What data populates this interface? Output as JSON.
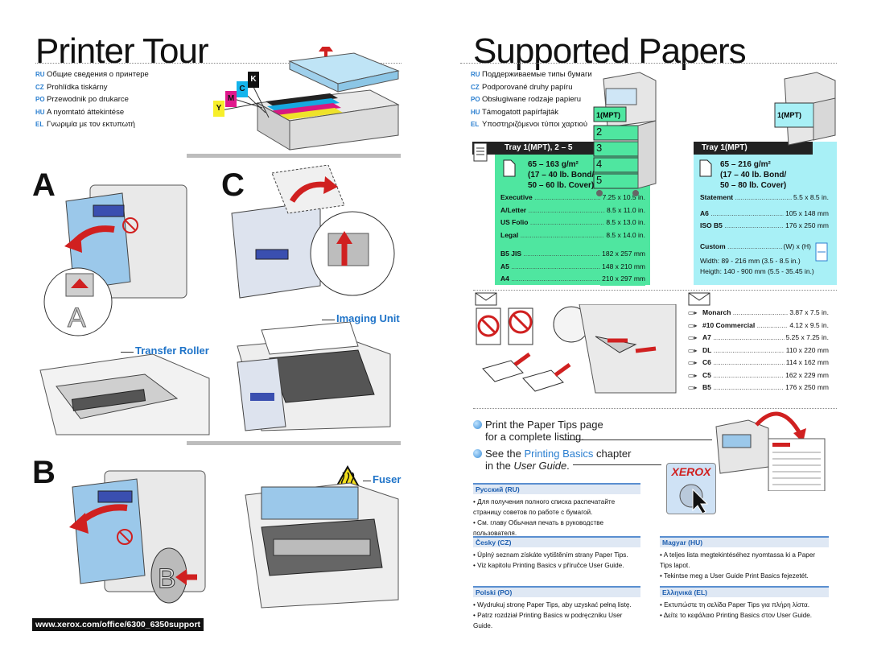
{
  "left": {
    "title": "Printer Tour",
    "languages": [
      {
        "code": "RU",
        "text": "Общие сведения о принтере"
      },
      {
        "code": "CZ",
        "text": "Prohlídka tiskárny"
      },
      {
        "code": "PO",
        "text": "Przewodnik po drukarce"
      },
      {
        "code": "HU",
        "text": "A nyomtató áttekintése"
      },
      {
        "code": "EL",
        "text": "Γνωριμία με τον εκτυπωτή"
      }
    ],
    "toner_labels": [
      "Y",
      "M",
      "C",
      "K"
    ],
    "toner_colors": {
      "Y": "#f7ef2a",
      "M": "#e0188c",
      "C": "#14b4ec",
      "K": "#111111"
    },
    "section_a": "A",
    "section_c": "C",
    "section_b": "B",
    "imaging_unit": "Imaging Unit",
    "transfer_roller": "Transfer Roller",
    "fuser": "Fuser",
    "url": "www.xerox.com/office/6300_6350support"
  },
  "right": {
    "title": "Supported Papers",
    "languages": [
      {
        "code": "RU",
        "text": "Поддерживаемые типы бумаги"
      },
      {
        "code": "CZ",
        "text": "Podporované druhy papíru"
      },
      {
        "code": "PO",
        "text": "Obsługiwane rodzaje papieru"
      },
      {
        "code": "HU",
        "text": "Támogatott papírfajták"
      },
      {
        "code": "EL",
        "text": "Υποστηριζόμενοι τύποι χαρτιού"
      }
    ],
    "tray_a_header": "Tray 1(MPT), 2 – 5",
    "tray_a_weights": [
      "65 – 163 g/m²",
      "(17 – 40 lb. Bond/",
      "50 – 60 lb. Cover)"
    ],
    "tray_a_rows": [
      {
        "n": "Executive",
        "v": "7.25 x 10.5 in."
      },
      {
        "n": "A/Letter",
        "v": "8.5 x 11.0 in."
      },
      {
        "n": "US Folio",
        "v": "8.5 x 13.0 in."
      },
      {
        "n": "Legal",
        "v": "8.5 x 14.0 in."
      },
      {
        "n": "B5 JIS",
        "v": "182 x 257 mm"
      },
      {
        "n": "A5",
        "v": "148 x 210 mm"
      },
      {
        "n": "A4",
        "v": "210 x 297 mm"
      }
    ],
    "tray_b_header": "Tray 1(MPT)",
    "tray_b_weights": [
      "65 – 216 g/m²",
      "(17 – 40 lb. Bond/",
      "50 – 80 lb. Cover)"
    ],
    "tray_b_rows": [
      {
        "n": "Statement",
        "v": "5.5 x 8.5 in."
      },
      {
        "n": "A6",
        "v": "105 x 148 mm"
      },
      {
        "n": "ISO B5",
        "v": "176 x 250 mm"
      },
      {
        "n": "Custom",
        "v": "(W) x (H)"
      }
    ],
    "custom_width": "Width: 89 - 216 mm (3.5 - 8.5 in.)",
    "custom_height": "Heigth: 140 - 900 mm (5.5 - 35.45 in.)",
    "mpt_label": "1(MPT)",
    "tray_numbers": [
      "2",
      "3",
      "4",
      "5"
    ],
    "envelopes": [
      {
        "n": "Monarch",
        "v": "3.87 x 7.5 in."
      },
      {
        "n": "#10 Commercial",
        "v": "4.12 x 9.5 in."
      },
      {
        "n": "A7",
        "v": "5.25 x 7.25 in."
      },
      {
        "n": "DL",
        "v": "110 x 220 mm"
      },
      {
        "n": "C6",
        "v": "114 x 162 mm"
      },
      {
        "n": "C5",
        "v": "162 x 229 mm"
      },
      {
        "n": "B5",
        "v": "176 x 250 mm"
      }
    ],
    "tip1_line1": "Print the Paper Tips page",
    "tip1_line2": "for a complete listing.",
    "tip2_pre": "See the ",
    "tip2_link": "Printing Basics",
    "tip2_post": " chapter",
    "tip2_line2_pre": "in the ",
    "tip2_line2_em": "User Guide",
    "tip2_line2_post": ".",
    "xerox_logo": "XEROX",
    "lang_blocks": [
      {
        "header": "Русский (RU)",
        "lines": [
          "Для получения полного списка распечатайте страницу советов по работе с бумагой.",
          "См. главу Обычная печать в руководстве пользователя."
        ]
      },
      {
        "header": "Česky (CZ)",
        "lines": [
          "Úplný seznam získáte vytištěním strany Paper Tips.",
          "Viz kapitolu Printing Basics v příručce User Guide."
        ]
      },
      {
        "header": "Polski (PO)",
        "lines": [
          "Wydrukuj stronę Paper Tips, aby uzyskać pełną listę.",
          "Patrz rozdział Printing Basics w podręczniku User Guide."
        ]
      },
      {
        "header": "Magyar (HU)",
        "lines": [
          "A teljes lista megtekintéséhez nyomtassa ki a Paper Tips lapot.",
          "Tekintse meg a User Guide Print Basics fejezetét."
        ]
      },
      {
        "header": "Ελληνικά (EL)",
        "lines": [
          "Εκτυπώστε τη σελίδα Paper Tips για πλήρη λίστα.",
          "Δείτε το κεφάλαιο Printing Basics στον User Guide."
        ]
      }
    ]
  }
}
